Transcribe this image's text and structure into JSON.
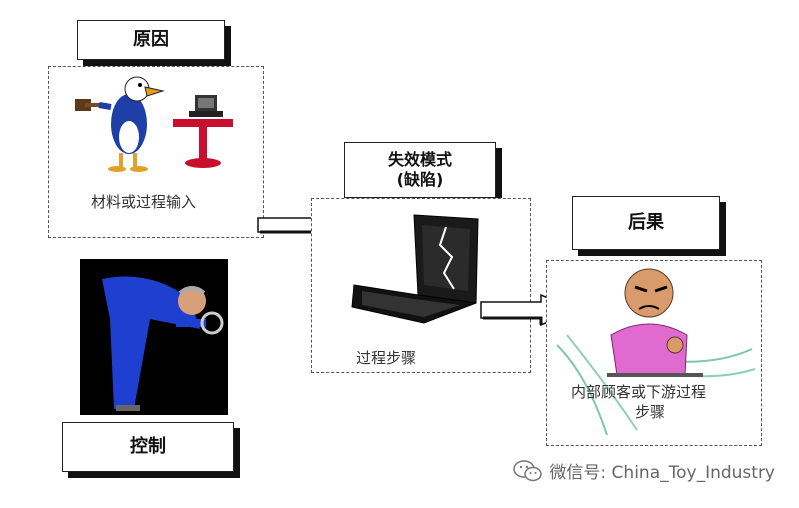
{
  "cause": {
    "header": "原因",
    "caption": "材料或过程输入"
  },
  "failure_mode": {
    "header_line1": "失效模式",
    "header_line2": "(缺陷)",
    "caption": "过程步骤"
  },
  "consequence": {
    "header": "后果",
    "caption_line1": "内部顾客或下游过程",
    "caption_line2": "步骤"
  },
  "control": {
    "header": "控制"
  },
  "watermark": {
    "text": "微信号: China_Toy_Industry",
    "icon": "wechat-icon"
  }
}
